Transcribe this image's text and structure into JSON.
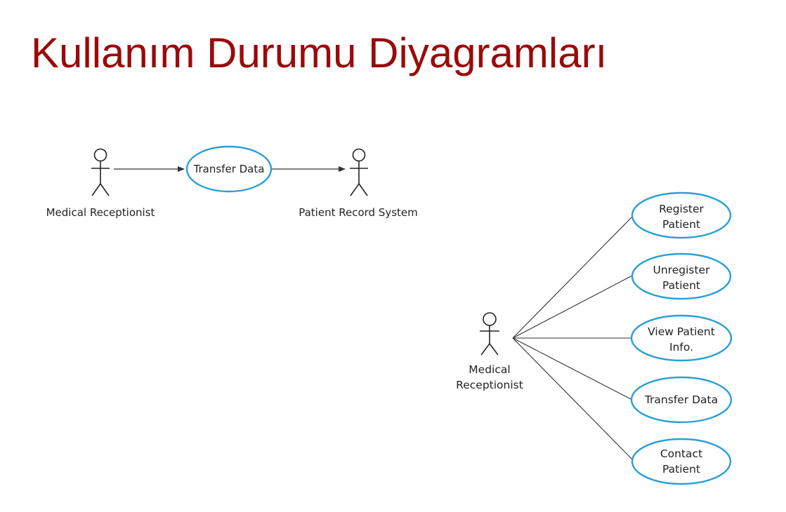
{
  "title": "Kullanım Durumu Diyagramları",
  "colors": {
    "title": "#9a0a0a",
    "ellipse_stroke": "#2a9fd8",
    "line": "#333333"
  },
  "diagram1": {
    "actor_left": "Medical Receptionist",
    "use_case": "Transfer Data",
    "actor_right": "Patient Record System"
  },
  "diagram2": {
    "actor_line1": "Medical",
    "actor_line2": "Receptionist",
    "use_cases": [
      {
        "line1": "Register",
        "line2": "Patient"
      },
      {
        "line1": "Unregister",
        "line2": "Patient"
      },
      {
        "line1": "View Patient",
        "line2": "Info."
      },
      {
        "line1": "Transfer Data",
        "line2": ""
      },
      {
        "line1": "Contact",
        "line2": "Patient"
      }
    ]
  }
}
